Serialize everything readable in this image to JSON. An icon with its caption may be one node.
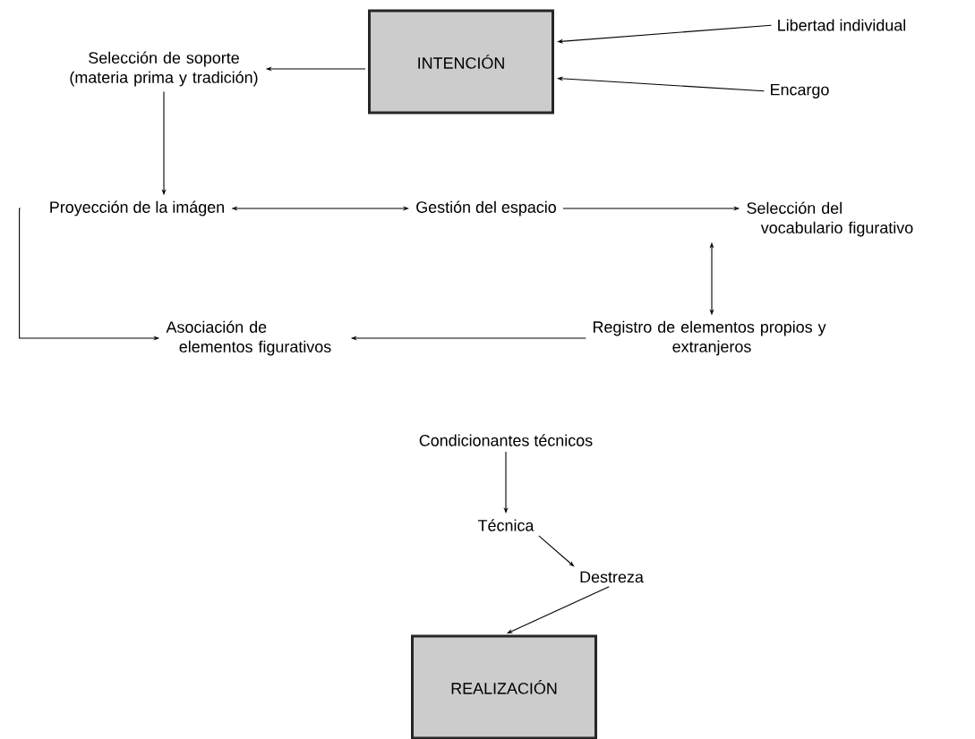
{
  "diagram": {
    "nodes": [
      {
        "text": [
          "INTENCIÓN"
        ]
      },
      {
        "text": [
          "Selección de soporte (materia prima y tradición)"
        ]
      },
      {
        "text": [
          "Libertad individual"
        ]
      },
      {
        "text": [
          "Encargo"
        ]
      },
      {
        "text": [
          "Proyección de la imágen"
        ]
      },
      {
        "text": [
          "Gestión del espacio"
        ]
      },
      {
        "text": [
          "Selección del vocabulario figurativo"
        ]
      },
      {
        "text": [
          "Asociación de elementos figurativos"
        ]
      },
      {
        "text": [
          "Registro de elementos propios y extranjeros"
        ]
      },
      {
        "text": [
          "Condicionantes técnicos"
        ]
      },
      {
        "text": [
          "Técnica"
        ]
      },
      {
        "text": [
          "Destreza"
        ]
      },
      {
        "text": [
          "REALIZACIÓN"
        ]
      }
    ],
    "edges": [
      {
        "from": 0,
        "to": 1,
        "arrow": "to"
      },
      {
        "from": 2,
        "to": 0,
        "arrow": "to"
      },
      {
        "from": 3,
        "to": 0,
        "arrow": "to"
      },
      {
        "from": 1,
        "to": 4,
        "arrow": "to"
      },
      {
        "from": 4,
        "to": 5,
        "arrow": "both"
      },
      {
        "from": 5,
        "to": 6,
        "arrow": "to"
      },
      {
        "from": 6,
        "to": 8,
        "arrow": "both"
      },
      {
        "from": 8,
        "to": 7,
        "arrow": "to"
      },
      {
        "from": 4,
        "to": 7,
        "arrow": "to"
      },
      {
        "from": 9,
        "to": 10,
        "arrow": "to"
      },
      {
        "from": 10,
        "to": 11,
        "arrow": "to"
      },
      {
        "from": 11,
        "to": 12,
        "arrow": "to"
      }
    ]
  }
}
